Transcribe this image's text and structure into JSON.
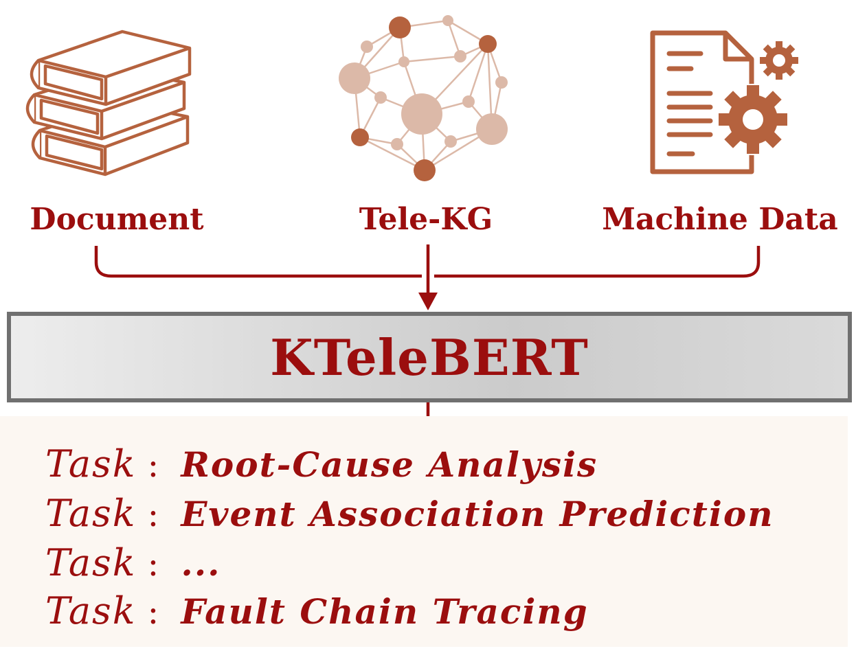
{
  "colors": {
    "accent": "#9b0e0e",
    "icon": "#b5623e",
    "icon_light": "#dcb9a8",
    "box_border": "#707070",
    "panel_bg": "#fcf7f2"
  },
  "sources": [
    {
      "label": "Document",
      "icon": "books-icon"
    },
    {
      "label": "Tele-KG",
      "icon": "knowledge-graph-icon"
    },
    {
      "label": "Machine Data",
      "icon": "document-gear-icon"
    }
  ],
  "model": {
    "name": "KTeleBERT"
  },
  "tasks": {
    "prefix": "Task",
    "separator": ":",
    "items": [
      "Root-Cause Analysis",
      "Event Association Prediction",
      "...",
      "Fault Chain Tracing"
    ]
  }
}
